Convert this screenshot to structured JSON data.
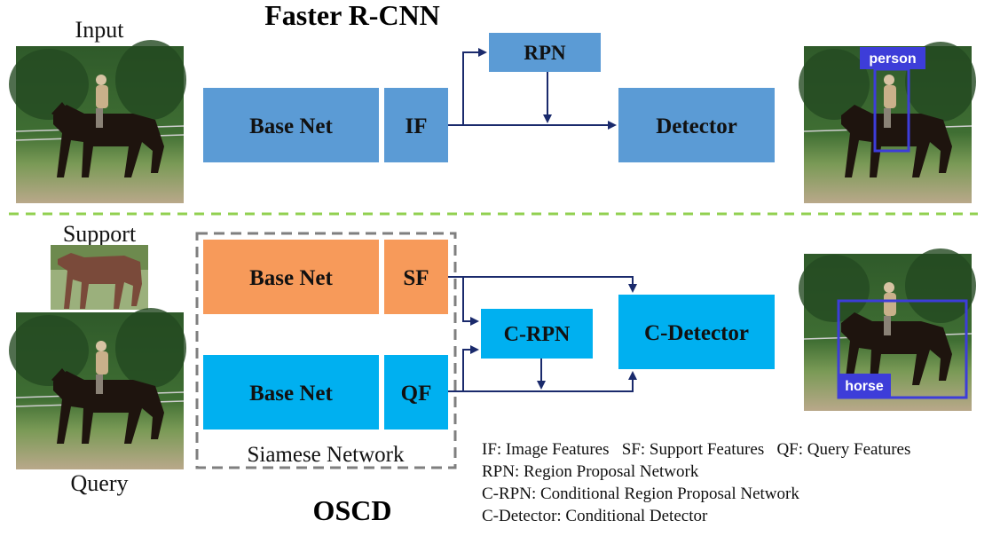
{
  "top": {
    "title": "Faster R-CNN",
    "input_label": "Input",
    "boxes": {
      "base_net": "Base Net",
      "if": "IF",
      "rpn": "RPN",
      "detector": "Detector"
    },
    "output_tag": "person"
  },
  "bottom": {
    "title": "OSCD",
    "support_label": "Support",
    "query_label": "Query",
    "siamese_label": "Siamese Network",
    "boxes": {
      "base_net_support": "Base Net",
      "sf": "SF",
      "base_net_query": "Base Net",
      "qf": "QF",
      "c_rpn": "C-RPN",
      "c_detector": "C-Detector"
    },
    "output_tag": "horse"
  },
  "legend": [
    "IF: Image Features   SF: Support Features   QF: Query Features",
    "RPN: Region Proposal Network",
    "C-RPN: Conditional Region Proposal Network",
    "C-Detector: Conditional Detector"
  ],
  "colors": {
    "blue_box": "#5b9bd5",
    "orange_box": "#f79a5a",
    "cyan_box": "#00b0f0",
    "arrow": "#1a2a6c",
    "divider": "#92d050",
    "tag": "#3d3dd9"
  }
}
